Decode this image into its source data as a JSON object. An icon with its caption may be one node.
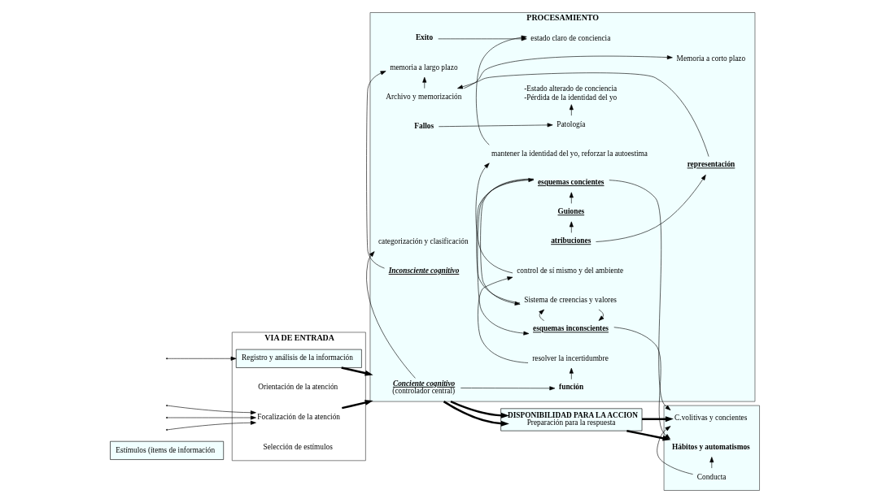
{
  "diagram": {
    "nodes": [
      {
        "text": [
          "Estímulos (ítems de información"
        ]
      },
      {
        "text": [
          "VIA DE ENTRADA"
        ]
      },
      {
        "text": [
          "Registro y análisis de la información"
        ],
        "in": 1
      },
      {
        "text": [
          "Orientación de la atención"
        ],
        "in": 1
      },
      {
        "text": [
          "Focalización de la atención"
        ],
        "in": 1
      },
      {
        "text": [
          "Selección de estímulos"
        ],
        "in": 1
      },
      {
        "text": [
          "PROCESAMIENTO"
        ]
      },
      {
        "text": [
          "Conciente cognitivo",
          "(controlador central)"
        ],
        "in": 6
      },
      {
        "text": [
          "función"
        ],
        "in": 6
      },
      {
        "text": [
          "resolver la incertidumbre"
        ],
        "in": 6
      },
      {
        "text": [
          "control de sí mismo y del ambiente"
        ],
        "in": 6
      },
      {
        "text": [
          "mantener la identidad del yo, reforzar la autoestima"
        ],
        "in": 6
      },
      {
        "text": [
          "estado claro de conciencia"
        ],
        "in": 6
      },
      {
        "text": [
          "Exito"
        ],
        "in": 6
      },
      {
        "text": [
          "categorización y clasificación"
        ],
        "in": 6
      },
      {
        "text": [
          "representación"
        ],
        "in": 6
      },
      {
        "text": [
          "atribuciones"
        ],
        "in": 6
      },
      {
        "text": [
          "Archivo y memorización"
        ],
        "in": 6
      },
      {
        "text": [
          "Guiones"
        ],
        "in": 6
      },
      {
        "text": [
          "Memoria a corto plazo"
        ],
        "in": 6
      },
      {
        "text": [
          "esquemas concientes"
        ],
        "in": 6
      },
      {
        "text": [
          "Sistema de creencias y valores"
        ],
        "in": 6
      },
      {
        "text": [
          "Inconsciente cognitivo"
        ],
        "in": 6
      },
      {
        "text": [
          "memoria a largo plazo"
        ],
        "in": 6
      },
      {
        "text": [
          "esquemas inconscientes"
        ],
        "in": 6
      },
      {
        "text": [
          "Fallos"
        ],
        "in": 6
      },
      {
        "text": [
          "Patología"
        ],
        "in": 6
      },
      {
        "text": [
          "-Estado alterado de conciencia",
          "-Pérdida de la identidad del yo"
        ],
        "in": 6
      },
      {
        "text": [
          "DISPONIBILIDAD PARA LA ACCION",
          "Preparación para la respuesta"
        ]
      },
      {
        "text": [],
        "shape": "box"
      },
      {
        "text": [
          "C.volitivas y concientes"
        ],
        "in": 29
      },
      {
        "text": [
          "Conducta"
        ],
        "in": 29
      },
      {
        "text": [
          "Hábitos y automatismos"
        ],
        "in": 29
      }
    ],
    "edges": [
      {
        "from": null,
        "to": 2,
        "arrow": "to"
      },
      {
        "from": null,
        "to": 4,
        "arrow": "to"
      },
      {
        "from": null,
        "to": 4,
        "arrow": "to"
      },
      {
        "from": null,
        "to": 4,
        "arrow": "to"
      },
      {
        "from": 2,
        "to": 6,
        "arrow": "to",
        "style": "thick"
      },
      {
        "from": 4,
        "to": 6,
        "arrow": "to",
        "style": "thick"
      },
      {
        "from": 7,
        "to": 8,
        "arrow": "to"
      },
      {
        "from": 8,
        "to": 9,
        "arrow": "to"
      },
      {
        "from": 9,
        "to": 10,
        "arrow": "to"
      },
      {
        "from": 10,
        "to": 11,
        "arrow": "to"
      },
      {
        "from": 11,
        "to": 12,
        "arrow": "to"
      },
      {
        "from": 13,
        "to": 12,
        "arrow": "to"
      },
      {
        "from": 7,
        "to": 14,
        "arrow": "to"
      },
      {
        "from": 16,
        "to": 15,
        "arrow": "to"
      },
      {
        "from": 15,
        "to": 17,
        "arrow": "to"
      },
      {
        "from": 16,
        "to": 18,
        "arrow": "to"
      },
      {
        "from": 17,
        "to": 19,
        "arrow": "to"
      },
      {
        "from": 17,
        "to": 23,
        "arrow": "to"
      },
      {
        "from": 18,
        "to": 20,
        "arrow": "to"
      },
      {
        "from": 20,
        "to": 21,
        "arrow": "to"
      },
      {
        "from": 21,
        "to": 20,
        "arrow": "to"
      },
      {
        "from": 20,
        "to": 24,
        "arrow": "to"
      },
      {
        "from": 21,
        "to": 24,
        "arrow": "to"
      },
      {
        "from": 24,
        "to": 21,
        "arrow": "to"
      },
      {
        "from": 22,
        "to": 23,
        "arrow": "to"
      },
      {
        "from": 25,
        "to": 26,
        "arrow": "to"
      },
      {
        "from": 26,
        "to": 27,
        "arrow": "to"
      },
      {
        "from": 6,
        "to": 28,
        "arrow": "to",
        "style": "thick"
      },
      {
        "from": 6,
        "to": 28,
        "arrow": "to",
        "style": "thick"
      },
      {
        "from": 28,
        "to": 30,
        "arrow": "to",
        "style": "thick"
      },
      {
        "from": 28,
        "to": 32,
        "arrow": "to",
        "style": "thick"
      },
      {
        "from": 20,
        "to": 30,
        "arrow": "to"
      },
      {
        "from": 24,
        "to": 32,
        "arrow": "to"
      },
      {
        "from": 31,
        "to": 30,
        "arrow": "to"
      },
      {
        "from": 31,
        "to": 32,
        "arrow": "to"
      }
    ]
  }
}
